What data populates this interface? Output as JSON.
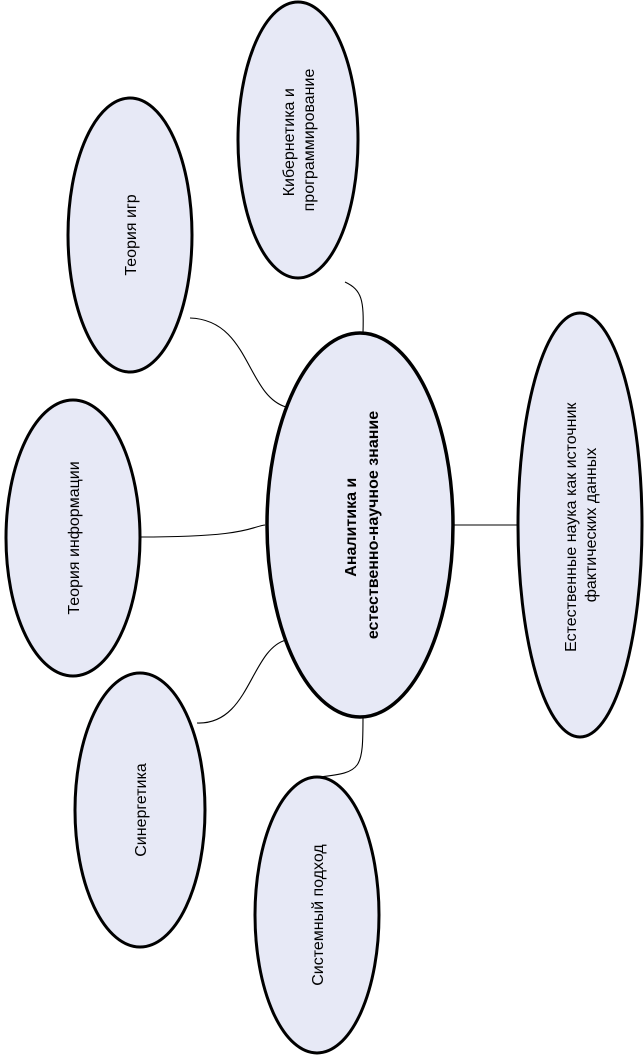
{
  "diagram": {
    "center": {
      "line1": "Аналитика и",
      "line2": "естественно-научное знание"
    },
    "nodes": {
      "cybernetics": {
        "line1": "Кибернетика и",
        "line2": "программирование"
      },
      "game_theory": {
        "line1": "Теория игр"
      },
      "information_theory": {
        "line1": "Теория информации"
      },
      "synergetics": {
        "line1": "Синергетика"
      },
      "systems_approach": {
        "line1": "Системный подход"
      },
      "natural_sciences": {
        "line1": "Естественные наука как источник",
        "line2": "фактических данных"
      }
    }
  }
}
